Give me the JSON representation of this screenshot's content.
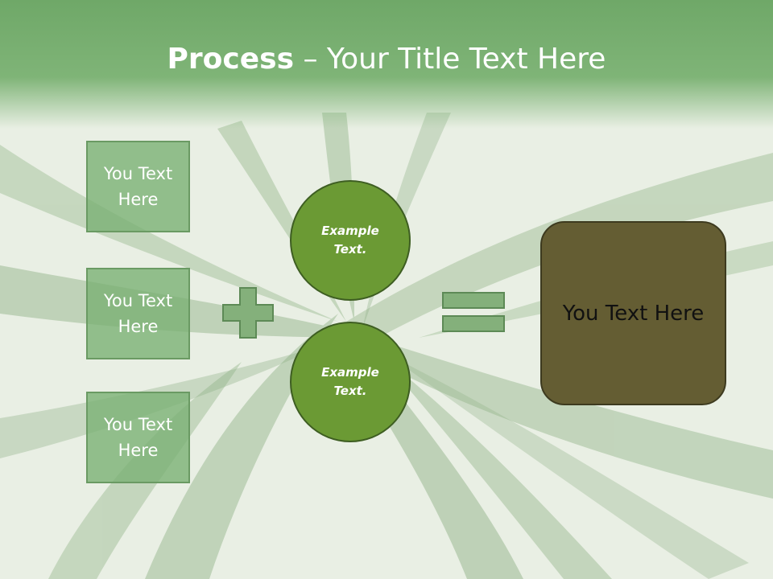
{
  "slide": {
    "title_bold": "Process",
    "title_rest": " – Your Title Text Here",
    "boxes": [
      "You Text Here",
      "You Text Here",
      "You Text Here"
    ],
    "circles": [
      "Example Text.",
      "Example Text."
    ],
    "result": "You Text Here"
  },
  "colors": {
    "title_band": "#7fb477",
    "box_fill": "#78b072",
    "circle_fill": "#6b9a34",
    "result_fill": "#645d33",
    "background": "#eef2ea"
  },
  "icons": [
    "plus-icon",
    "equals-icon"
  ]
}
